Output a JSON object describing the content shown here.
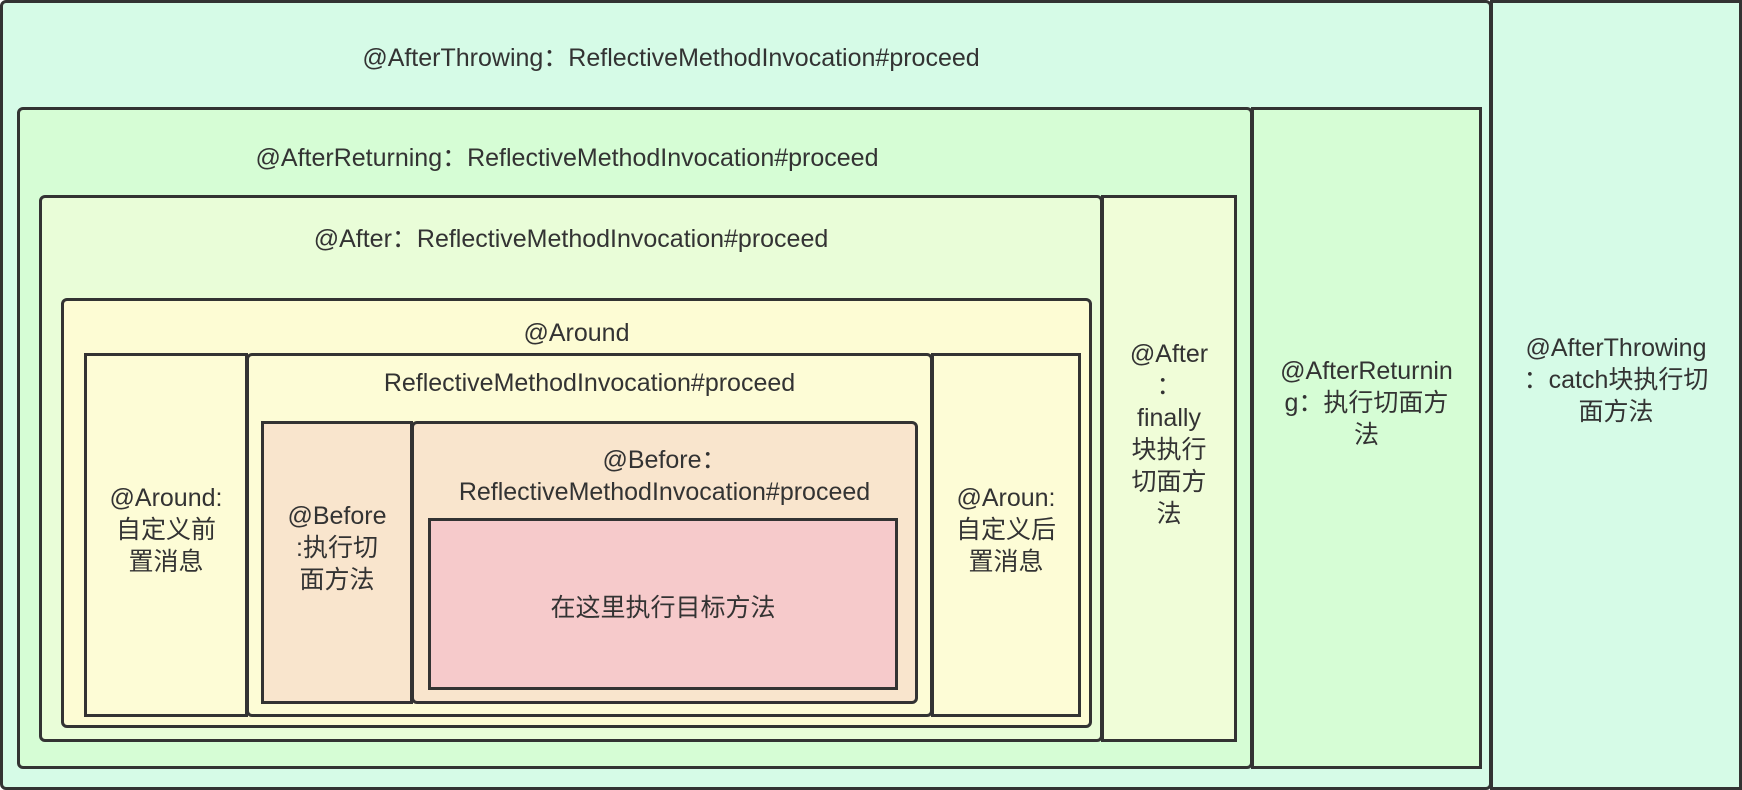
{
  "diagram": {
    "after_throwing": {
      "title": "@AfterThrowing：ReflectiveMethodInvocation#proceed",
      "side_label": "@AfterThrowing\n：catch块执行切\n面方法"
    },
    "after_returning": {
      "title": "@AfterReturning：ReflectiveMethodInvocation#proceed",
      "side_label": "@AfterReturnin\ng：执行切面方\n法"
    },
    "after": {
      "title": "@After：ReflectiveMethodInvocation#proceed",
      "side_label": "@After\n：\nfinally\n块执行\n切面方\n法"
    },
    "around": {
      "title": "@Around",
      "pre_label": "@Around:\n自定义前\n置消息",
      "post_label": "@Aroun:\n自定义后\n置消息"
    },
    "rmi": {
      "title": "ReflectiveMethodInvocation#proceed"
    },
    "before": {
      "side_label": "@Before\n:执行切\n面方法",
      "title_line1": "@Before：",
      "title_line2": "ReflectiveMethodInvocation#proceed"
    },
    "target": {
      "label": "在这里执行目标方法"
    },
    "colors": {
      "after_throwing_fill": "#d6fbe7",
      "after_returning_fill": "#d6fdd5",
      "after_fill": "#e9fdd8",
      "around_fill": "#fdfcd4",
      "before_fill": "#f9e5cd",
      "target_fill": "#f6cacb",
      "stroke": "#333333"
    }
  }
}
